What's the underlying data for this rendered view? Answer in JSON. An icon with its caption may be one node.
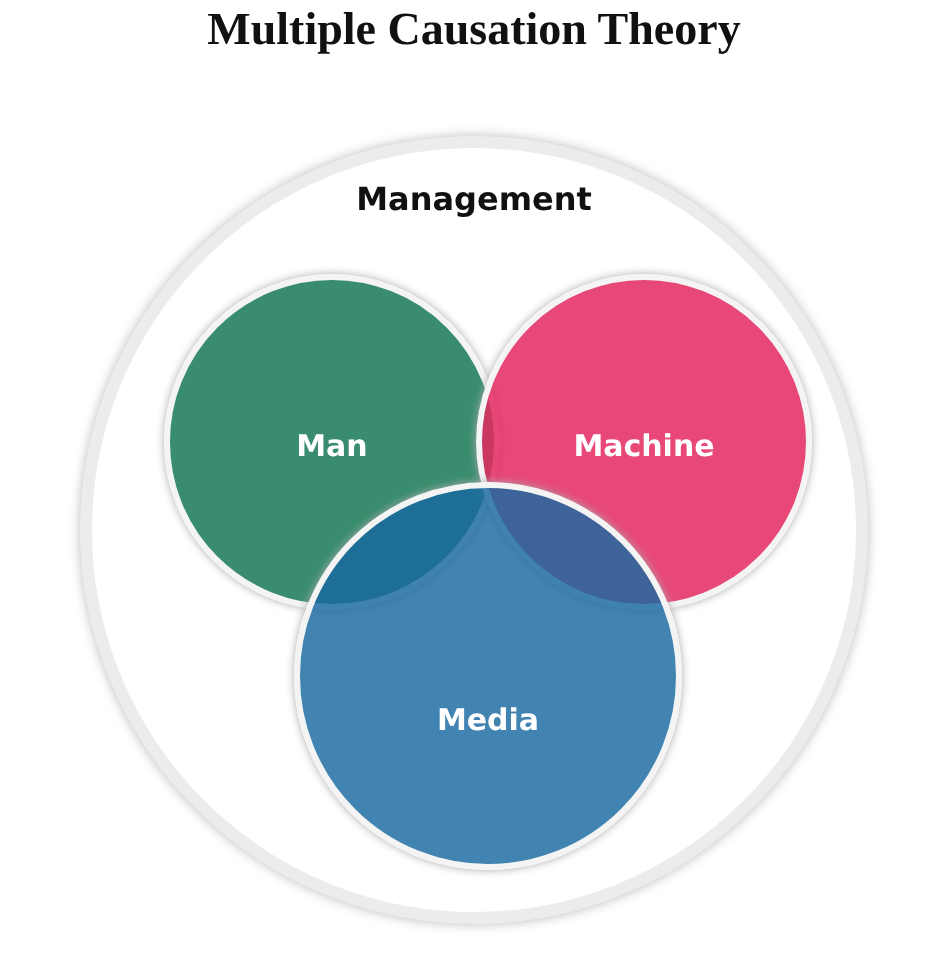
{
  "diagram": {
    "title": "Multiple Causation Theory",
    "nodes": [
      {
        "text": [
          "Management"
        ]
      },
      {
        "text": [
          "Man"
        ],
        "in": 0
      },
      {
        "text": [
          "Machine"
        ],
        "in": 0
      },
      {
        "text": [
          "Media"
        ],
        "in": 0
      }
    ],
    "edges": []
  }
}
